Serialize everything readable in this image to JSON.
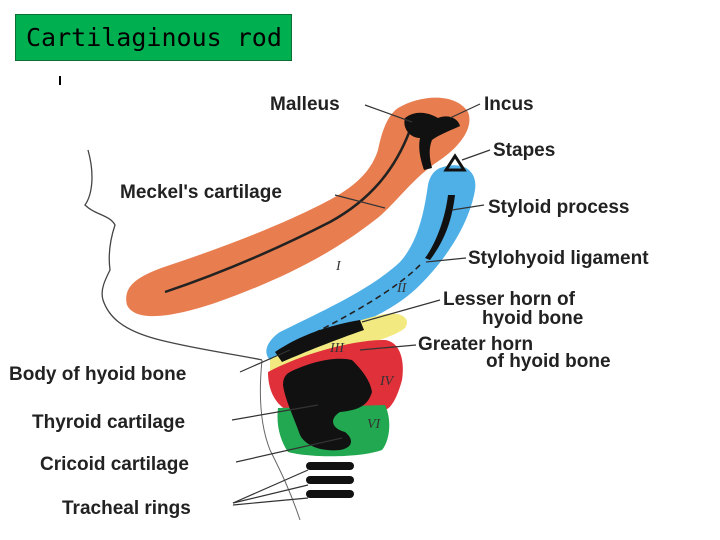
{
  "title": "Cartilaginous rod",
  "colors": {
    "title_bg": "#00b050",
    "arch1": "#e87d4f",
    "arch2": "#4fb0e8",
    "arch3": "#f2ea80",
    "arch4": "#e0303a",
    "arch6": "#22a850",
    "cartilage": "#000000"
  },
  "labels": {
    "malleus": "Malleus",
    "incus": "Incus",
    "stapes": "Stapes",
    "meckel": "Meckel's cartilage",
    "styloid": "Styloid process",
    "stylohyoid": "Stylohyoid ligament",
    "lesser_horn_1": "Lesser horn of",
    "lesser_horn_2": "hyoid bone",
    "greater_horn_1": "Greater horn",
    "greater_horn_2": "of hyoid bone",
    "body_hyoid": "Body of hyoid bone",
    "thyroid": "Thyroid cartilage",
    "cricoid": "Cricoid cartilage",
    "tracheal": "Tracheal rings"
  },
  "arch_numerals": {
    "i": "I",
    "ii": "II",
    "iii": "III",
    "iv": "IV",
    "vi": "VI"
  }
}
